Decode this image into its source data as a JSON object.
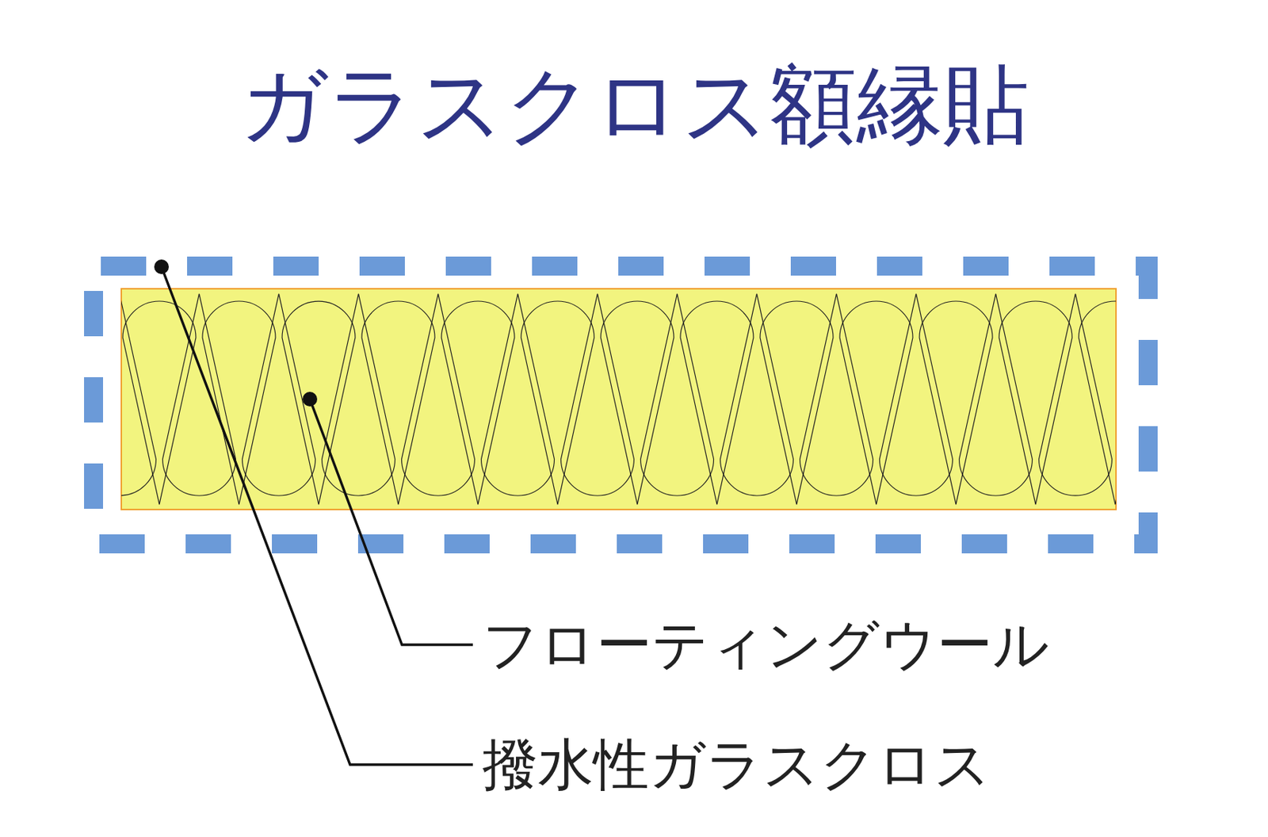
{
  "diagram": {
    "title": "ガラスクロス額縁貼",
    "labels": [
      "フローティングウール",
      "撥水性ガラスクロス"
    ]
  }
}
